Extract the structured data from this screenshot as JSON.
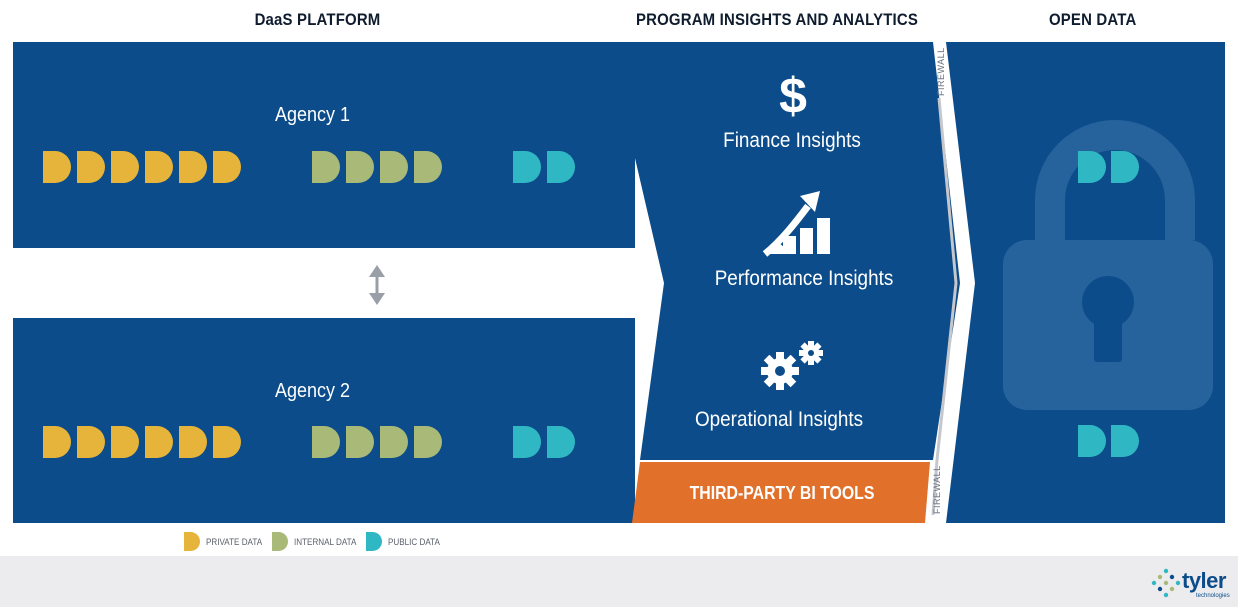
{
  "headings": {
    "daas": "DaaS PLATFORM",
    "insights": "PROGRAM INSIGHTS AND ANALYTICS",
    "open": "OPEN DATA"
  },
  "agencies": [
    {
      "label": "Agency 1",
      "private_count": 6,
      "internal_count": 4,
      "public_count": 2
    },
    {
      "label": "Agency 2",
      "private_count": 6,
      "internal_count": 4,
      "public_count": 2
    }
  ],
  "insights": [
    {
      "label": "Finance Insights",
      "icon": "dollar-icon"
    },
    {
      "label": "Performance Insights",
      "icon": "growth-chart-icon"
    },
    {
      "label": "Operational Insights",
      "icon": "gears-icon"
    }
  ],
  "third_party": "THIRD-PARTY BI TOOLS",
  "firewall": "FIREWALL",
  "legend": [
    {
      "label": "PRIVATE DATA",
      "color": "#e6b43a"
    },
    {
      "label": "INTERNAL DATA",
      "color": "#a9b977"
    },
    {
      "label": "PUBLIC DATA",
      "color": "#2fb8c4"
    }
  ],
  "brand": {
    "name": "tyler",
    "sub": "technologies"
  },
  "colors": {
    "navy": "#0c4c8a",
    "orange": "#e1702b",
    "private": "#e6b43a",
    "internal": "#a9b977",
    "public": "#2fb8c4",
    "footer": "#ececee"
  }
}
